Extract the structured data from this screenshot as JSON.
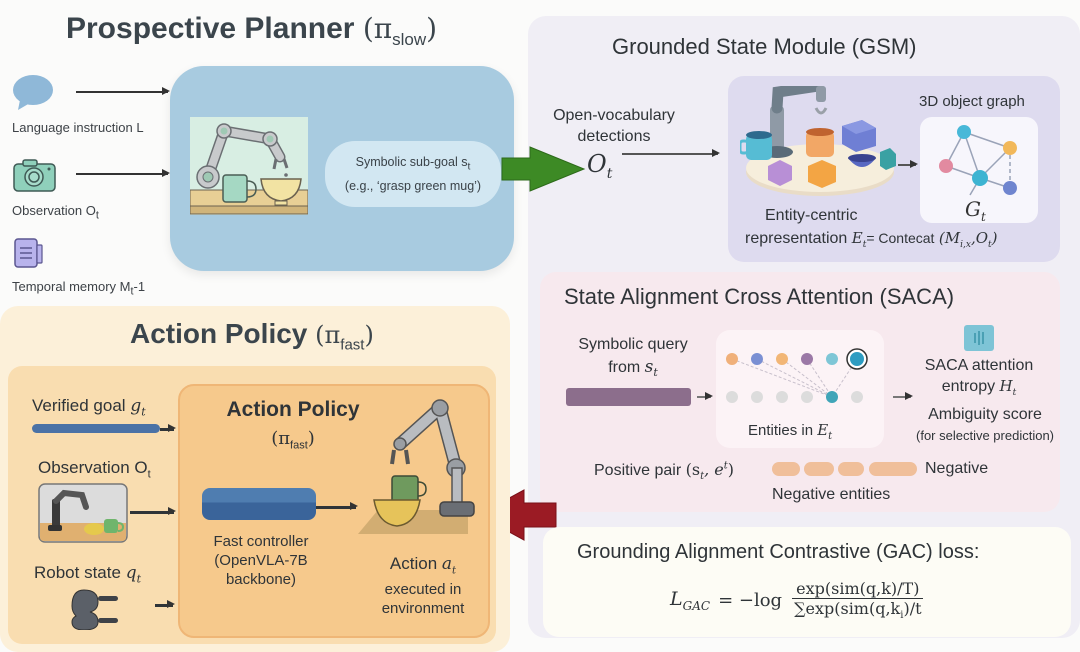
{
  "planner": {
    "title": "Prospective Planner",
    "title_pi": "(π",
    "title_sub": "slow",
    "title_close": ")",
    "inputs": [
      {
        "icon": "speech-bubble-icon",
        "label": "Language instruction L"
      },
      {
        "icon": "camera-icon",
        "label": "Observation O",
        "sub": "t"
      },
      {
        "icon": "document-icon",
        "label": "Temporal memory M",
        "sub": "t",
        "suffix": "-1"
      }
    ],
    "subgoal_line1": "Symbolic sub-goal s",
    "subgoal_sub": "t",
    "subgoal_line2": "(e.g., ‘grasp green mug’)"
  },
  "gsm": {
    "title": "Grounded State Module (GSM)",
    "detections_label_1": "Open-vocabulary",
    "detections_label_2": "detections",
    "detections_symbol": "O",
    "detections_sub": "t",
    "entity_label_1": "Entity-centric",
    "entity_label_2": "representation",
    "entity_formula_lhs": "E",
    "entity_formula_lhs_sub": "t",
    "entity_formula_eq": "= Contecat",
    "entity_formula_args": "(M",
    "entity_formula_args_sub": "i,x",
    "entity_formula_args2": ",O",
    "entity_formula_args2_sub": "t",
    "entity_formula_close": ")",
    "graph_title": "3D object graph",
    "graph_symbol": "G",
    "graph_sub": "t"
  },
  "saca": {
    "title": "State Alignment Cross Attention (SACA)",
    "query_label_1": "Symbolic query",
    "query_label_2": "from",
    "query_symbol": "s",
    "query_sub": "t",
    "entities_label": "Entities in",
    "entities_symbol": "E",
    "entities_sub": "t",
    "entropy_label_1": "SACA attention",
    "entropy_label_2": "entropy",
    "entropy_symbol": "H",
    "entropy_sub": "t",
    "ambiguity_label": "Ambiguity score",
    "ambiguity_note": "(for selective prediction)",
    "positive_pair_label": "Positive pair",
    "positive_pair_formula": "(s",
    "positive_pair_sub": "t",
    "positive_pair_rest": ", e",
    "positive_pair_sup": "t",
    "positive_pair_close": ")",
    "negative_label": "Negative",
    "negative_entities_label": "Negative entities",
    "entity_colors_top": [
      "#f0b07a",
      "#7a8fd3",
      "#f2b676",
      "#9b78a6",
      "#7ec6d6",
      "#2d9cc2"
    ],
    "entity_colors_bottom": [
      "#dcdcdc",
      "#dcdcdc",
      "#dcdcdc",
      "#dcdcdc",
      "#3fa5b8",
      "#dcdcdc"
    ]
  },
  "gac": {
    "title": "Grounding Alignment Contrastive (GAC) loss:",
    "lhs": "L",
    "lhs_sub": "GAC",
    "eq": "= −log",
    "numerator": "exp(sim(q,k)/T)",
    "denominator": "∑exp(sim(q,k",
    "denominator_sub": "i",
    "denominator_end": ")/t"
  },
  "action": {
    "title": "Action Policy",
    "title_pi": "(π",
    "title_sub": "fast",
    "title_close": ")",
    "inputs": [
      {
        "label": "Verified goal",
        "symbol": "g",
        "sub": "t"
      },
      {
        "label": "Observation O",
        "sub": "t"
      },
      {
        "label": "Robot state",
        "symbol": "q",
        "sub": "t"
      }
    ],
    "inner_title": "Action Policy",
    "inner_pi": "(π",
    "inner_sub": "fast",
    "inner_close": ")",
    "controller_1": "Fast controller",
    "controller_2": "(OpenVLA-7B",
    "controller_3": "backbone)",
    "output_label": "Action",
    "output_symbol": "a",
    "output_sub": "t",
    "output_2": "executed in",
    "output_3": "environment"
  },
  "colors": {
    "planner_fill": "#a8cbe0",
    "green_arrow": "#3d8a25",
    "red_arrow": "#9b1b24",
    "query_bar": "#8c6e8c",
    "goal_bar": "#4b72a6",
    "controller_bar": "#3d6aa0",
    "negative_pill": "#f0bf9a"
  }
}
